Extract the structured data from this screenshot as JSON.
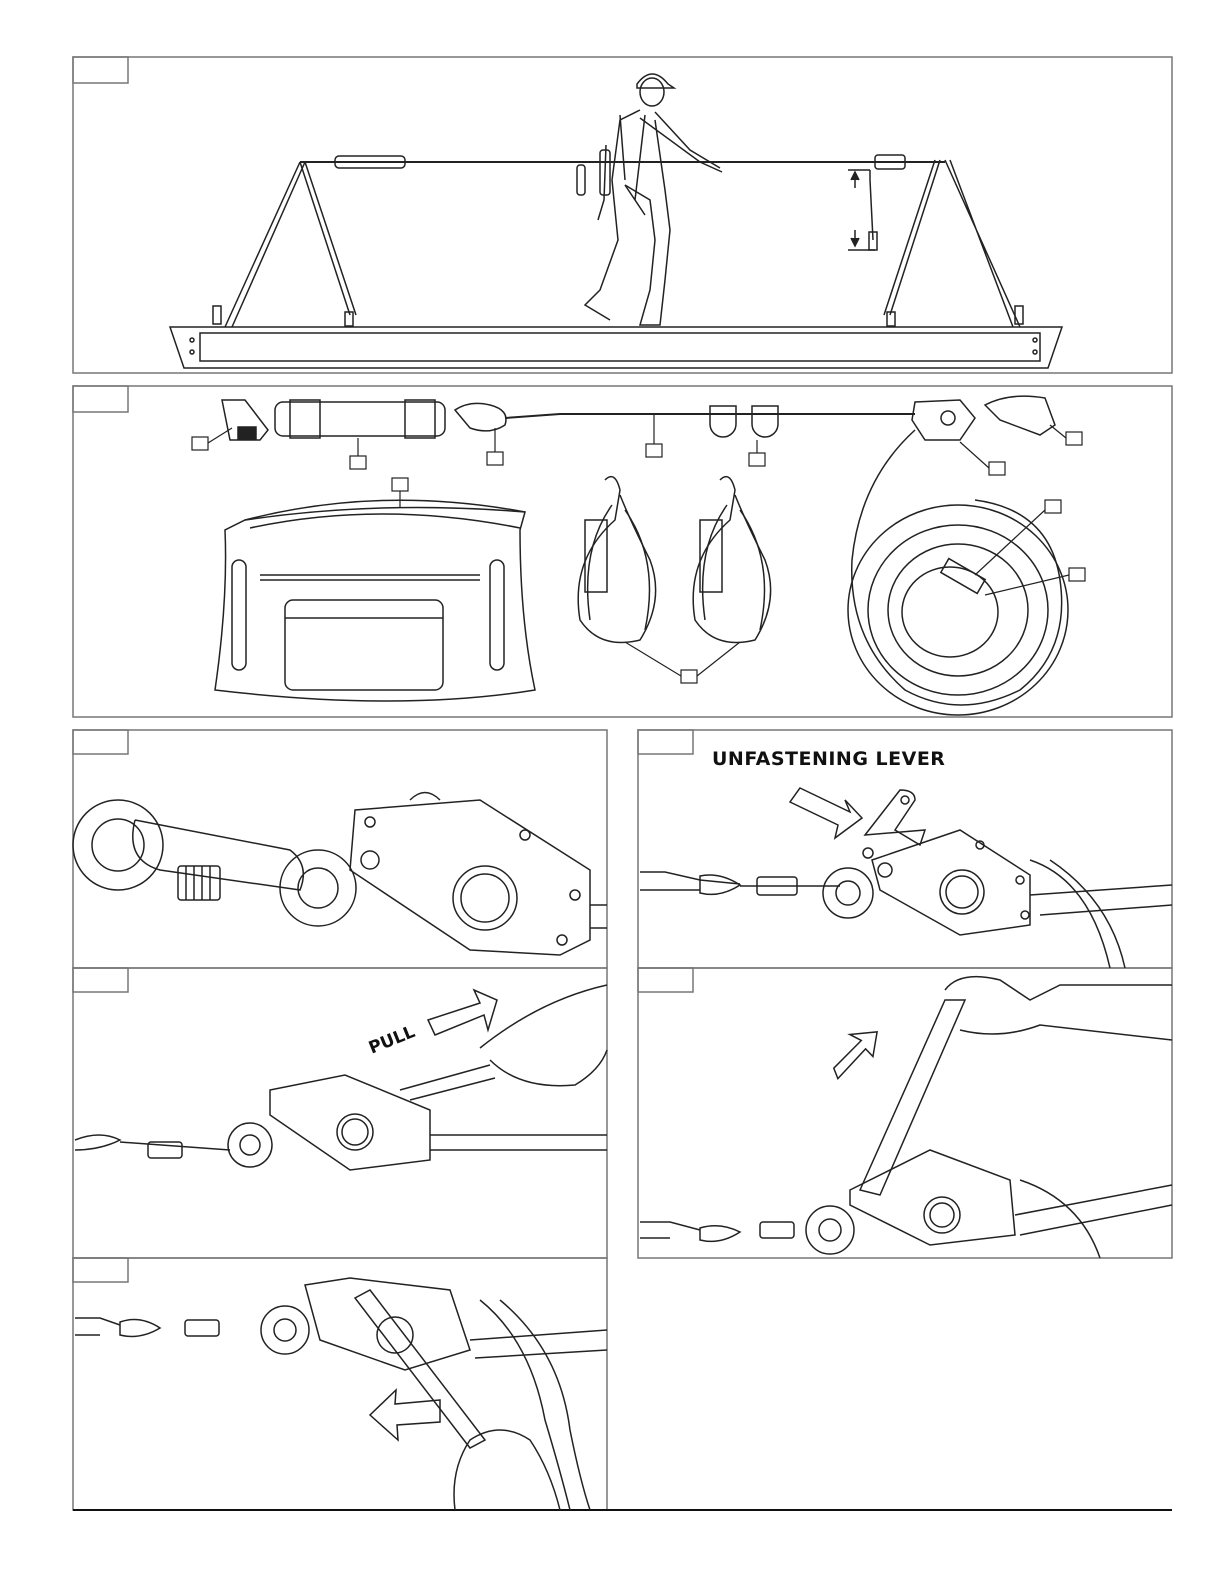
{
  "panels": [
    {
      "id": "overview",
      "description_label": ""
    },
    {
      "id": "components"
    },
    {
      "id": "step-connect"
    },
    {
      "id": "step-unfasten"
    },
    {
      "id": "step-pull"
    },
    {
      "id": "step-tension"
    },
    {
      "id": "step-release"
    }
  ],
  "annotations": {
    "unfastening_lever": "UNFASTENING LEVER",
    "pull": "PULL"
  },
  "colors": {
    "line": "#222222",
    "frame": "#777777",
    "background": "#ffffff"
  }
}
